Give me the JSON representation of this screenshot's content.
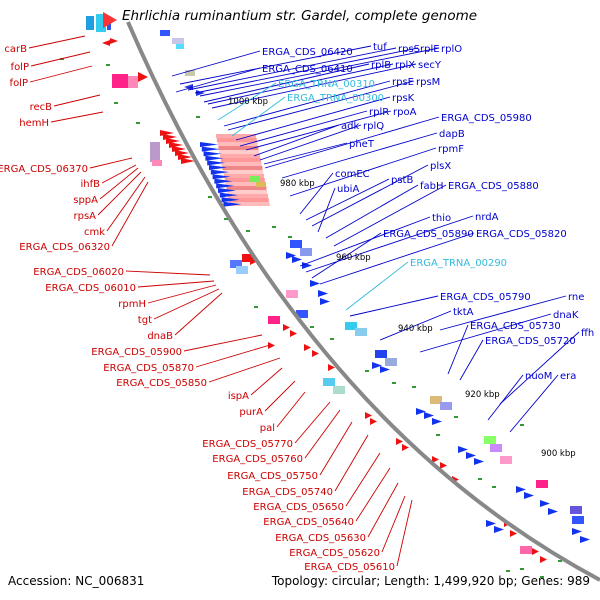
{
  "title": "Ehrlichia ruminantium str. Gardel, complete genome",
  "footer": {
    "accession": "Accession: NC_006831",
    "topology": "Topology: circular; Length: 1,499,920 bp; Genes: 989"
  },
  "colors": {
    "left_labels": "#cc0000",
    "right_labels": "#0000cc",
    "trna_labels": "#33bbdd",
    "backbone": "#888888"
  },
  "kbp_ticks": [
    "1000 kbp",
    "980 kbp",
    "960 kbp",
    "940 kbp",
    "920 kbp",
    "900 kbp"
  ],
  "left_labels": [
    "carB",
    "folP",
    "folP",
    "recB",
    "hemH",
    "ERGA_CDS_06370",
    "ihfB",
    "sppA",
    "rpsA",
    "cmk",
    "ERGA_CDS_06320",
    "ERGA_CDS_06020",
    "ERGA_CDS_06010",
    "rpmH",
    "tgt",
    "dnaB",
    "ERGA_CDS_05900",
    "ERGA_CDS_05870",
    "ERGA_CDS_05850",
    "ispA",
    "purA",
    "pal",
    "ERGA_CDS_05770",
    "ERGA_CDS_05760",
    "ERGA_CDS_05750",
    "ERGA_CDS_05740",
    "ERGA_CDS_05650",
    "ERGA_CDS_05640",
    "ERGA_CDS_05630",
    "ERGA_CDS_05620",
    "ERGA_CDS_05610"
  ],
  "right_labels": [
    "ERGA_CDS_06420",
    "tuf",
    "rpsS",
    "rplE",
    "rplO",
    "ERGA_CDS_06410",
    "rplB",
    "rplX",
    "secY",
    "ERGA_TRNA_00310",
    "rpsE",
    "rpsM",
    "ERGA_TRNA_00300",
    "rpsK",
    "rplR",
    "rpoA",
    "adk",
    "rplQ",
    "pheT",
    "ERGA_CDS_05980",
    "dapB",
    "rpmF",
    "comEC",
    "pstB",
    "plsX",
    "ubiA",
    "fabH",
    "ERGA_CDS_05880",
    "thio",
    "nrdA",
    "ERGA_CDS_05890",
    "ERGA_CDS_05820",
    "ERGA_TRNA_00290",
    "ERGA_CDS_05790",
    "rne",
    "tktA",
    "dnaK",
    "ERGA_CDS_05730",
    "ffh",
    "ERGA_CDS_05720",
    "nuoM",
    "era"
  ]
}
